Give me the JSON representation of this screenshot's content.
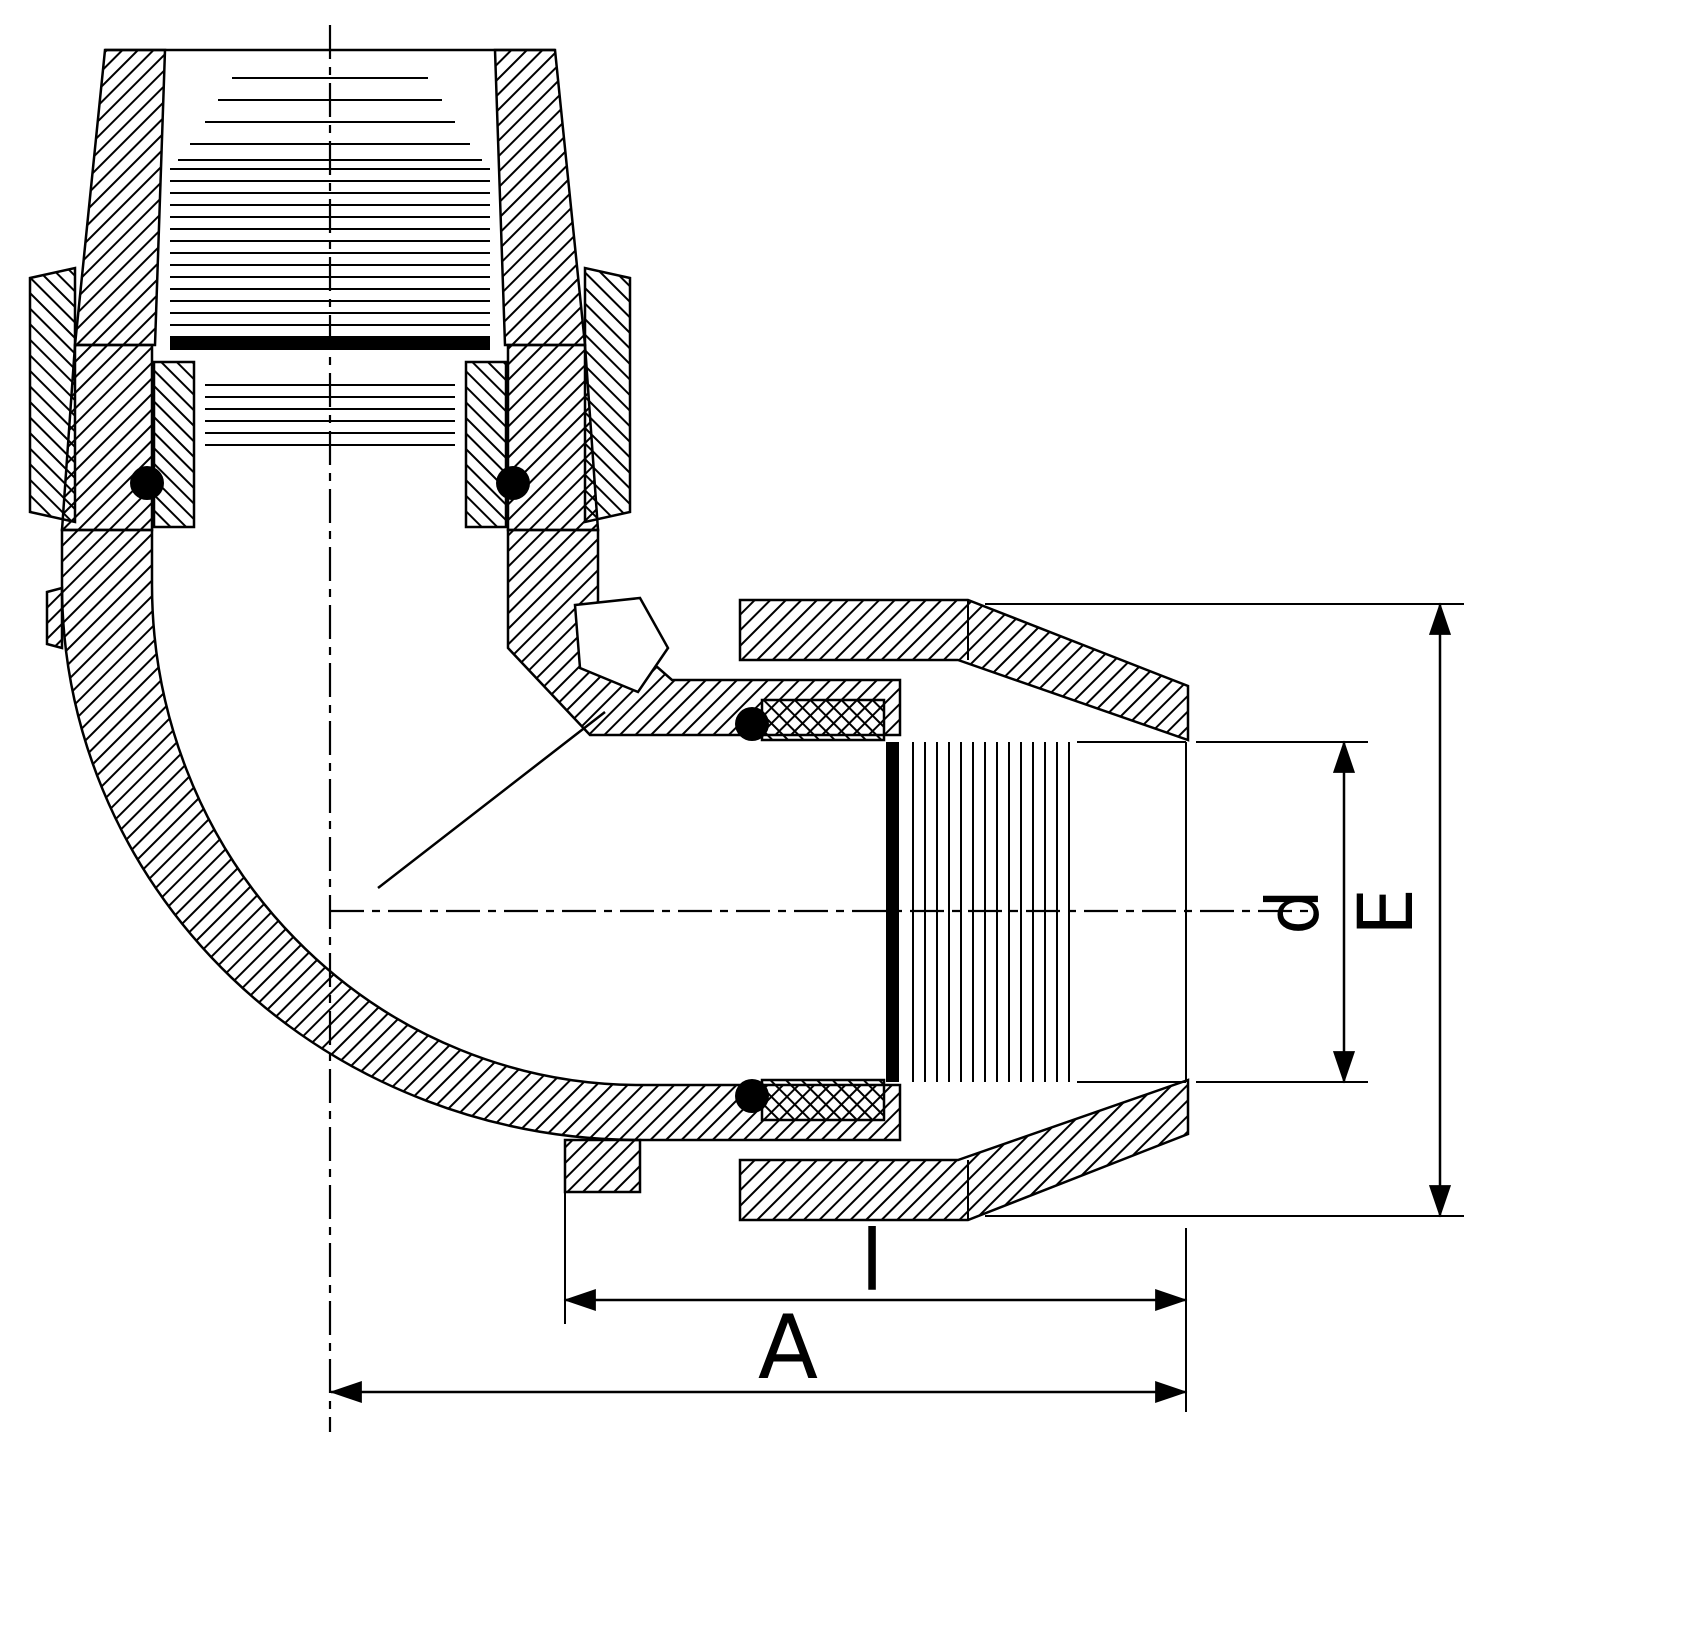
{
  "page": {
    "background": "#ffffff"
  },
  "drawing": {
    "kind": "elbow-compression-fitting-section",
    "stroke_color": "#000000",
    "dims": {
      "d": "d",
      "E": "E",
      "l": "l",
      "A": "A"
    }
  }
}
